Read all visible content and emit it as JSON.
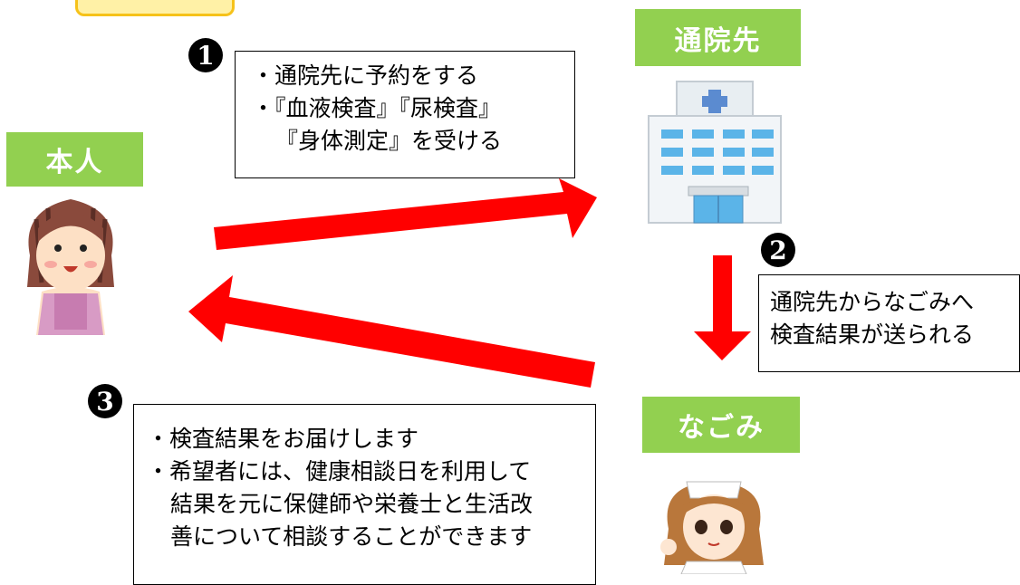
{
  "labels": {
    "hospital": "通院先",
    "person": "本人",
    "nagomi": "なごみ"
  },
  "steps": {
    "one": {
      "number": "1",
      "lines": [
        "・通院先に予約をする",
        "・『血液検査』『尿検査』",
        "『身体測定』を受ける"
      ]
    },
    "two": {
      "number": "2",
      "lines": [
        "通院先からなごみへ",
        "検査結果が送られる"
      ]
    },
    "three": {
      "number": "3",
      "lines": [
        "・検査結果をお届けします",
        "・希望者には、健康相談日を利用して",
        "結果を元に保健師や栄養士と生活改",
        "善について相談することができます"
      ]
    }
  },
  "icons": {
    "hospital": "hospital-building-icon",
    "person": "woman-apron-icon",
    "nagomi": "nurse-icon"
  },
  "colors": {
    "label_green": "#92d050",
    "arrow_red": "#ff0000",
    "accent_yellow": "#f6c21a"
  }
}
